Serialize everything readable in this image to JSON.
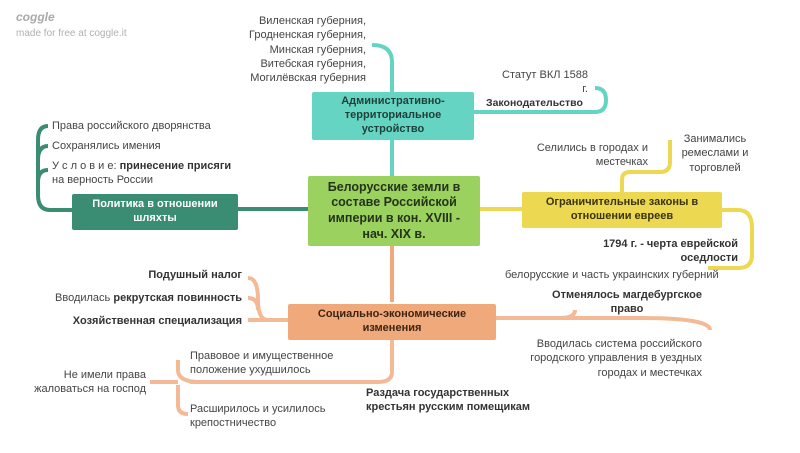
{
  "brand": {
    "logo": "coggle",
    "subtitle": "made for free at coggle.it"
  },
  "colors": {
    "central": "#9bd15e",
    "admin": "#66d4c2",
    "policy": "#3a8c73",
    "laws": "#ecd851",
    "social": "#f0a97a",
    "social_branch": "#f4b995"
  },
  "central": {
    "label": "Белорусские земли в составе Российской империи в кон. XVIII - нач. XIX в."
  },
  "admin": {
    "label": "Административно-территориальное устройство",
    "provinces": [
      "Виленская губерния,",
      "Гродненская губерния,",
      "Минская губерния,",
      "Витебская губерния,",
      "Могилёвская губерния"
    ],
    "statute": [
      "Статут ВКЛ 1588",
      "г."
    ],
    "legislation": "Законодательство"
  },
  "policy": {
    "label": "Политика в отношении шляхты",
    "items": {
      "rights": "Права российского дворянства",
      "kept_names": "Сохранялись имения",
      "condition_prefix": "У с л о в и е:",
      "condition_bold": "принесение присяги",
      "condition_rest": "на верность России"
    }
  },
  "laws": {
    "label": "Ограничительные законы в отношении евреев",
    "settled": [
      "Селились в городах и",
      "местечках"
    ],
    "occupied": [
      "Занимались",
      "ремеслами и",
      "торговлей"
    ],
    "pale_bold": "1794 г.",
    "pale_rest": [
      "- черта еврейской",
      "оседлости"
    ],
    "provinces": "белорусские и часть украинских губерний"
  },
  "social": {
    "label": "Социально-экономические изменения",
    "poll_tax": "Подушный налог",
    "recruit_prefix": "Вводилась",
    "recruit_bold": "рекрутская повинность",
    "specialization": "Хозяйственная специализация",
    "magdeburg": [
      "Отменялось магдебургское",
      "право"
    ],
    "city_admin": [
      "Вводилась система российского",
      "городского управления в уездных",
      "городах и местечках"
    ],
    "distribution": [
      "Раздача государственных",
      "крестьян русским помещикам"
    ],
    "worsened": [
      "Правовое и имущественное",
      "положение ухудшилось"
    ],
    "no_rights": [
      "Не имели права",
      "жаловаться на господ"
    ],
    "serfdom": [
      "Расширилось и усилилось",
      "крепостничество"
    ]
  }
}
